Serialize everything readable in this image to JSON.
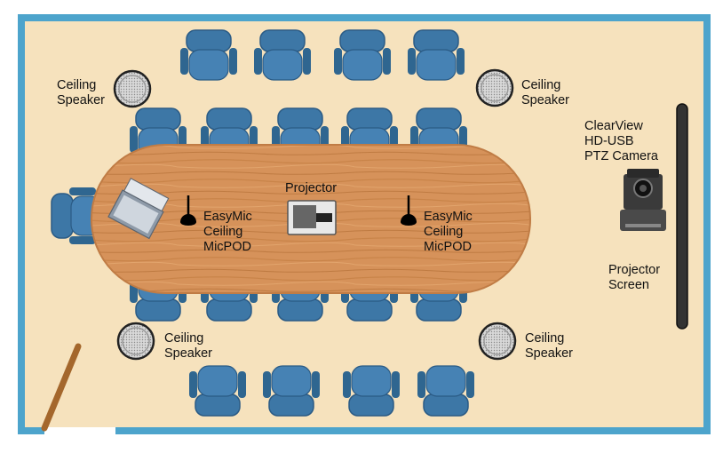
{
  "colors": {
    "wall": "#4da4cc",
    "floor": "#f6e2bd",
    "chair": "#3d77a6",
    "chair_dark": "#2b5b85",
    "table": "#d6925a",
    "table_edge": "#c07c45",
    "speaker": "#9a9a9a",
    "screen": "#333333",
    "door": "#a4672c"
  },
  "icons": {
    "speaker": "ceiling-speaker-icon",
    "mic": "ceiling-micpod-icon",
    "projector": "projector-icon",
    "camera": "ptz-camera-icon",
    "laptop": "laptop-icon",
    "chair": "chair-icon"
  },
  "labels": {
    "speaker_top_left": [
      "Ceiling",
      "Speaker"
    ],
    "speaker_top_right": [
      "Ceiling",
      "Speaker"
    ],
    "speaker_bottom_left": [
      "Ceiling",
      "Speaker"
    ],
    "speaker_bottom_right": [
      "Ceiling",
      "Speaker"
    ],
    "projector": "Projector",
    "mic_left": [
      "EasyMic",
      "Ceiling",
      "MicPOD"
    ],
    "mic_right": [
      "EasyMic",
      "Ceiling",
      "MicPOD"
    ],
    "camera": [
      "ClearView",
      "HD-USB",
      "PTZ Camera"
    ],
    "screen": [
      "Projector",
      "Screen"
    ]
  }
}
